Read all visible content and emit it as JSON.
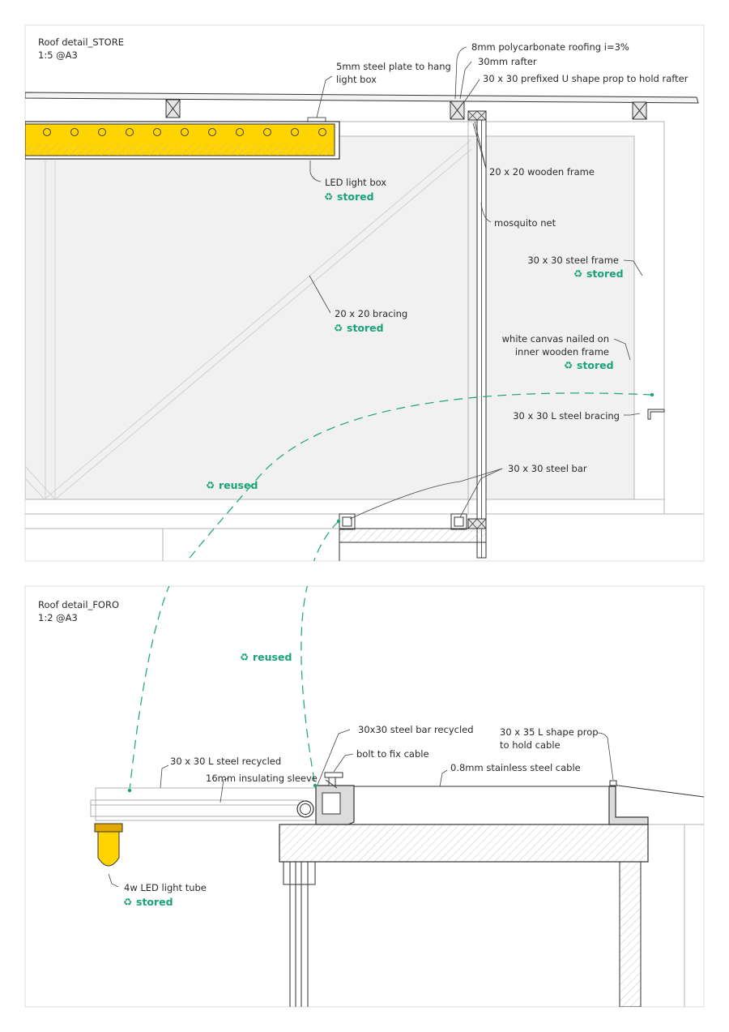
{
  "colors": {
    "accent": "#1aa37a",
    "led": "#ffd400",
    "led_outline": "#2b2b2b",
    "canvas": "#f1f1f1",
    "line": "#333333",
    "light_line": "#b5b5b5"
  },
  "icons": {
    "recycle": "recycle-icon"
  },
  "store": {
    "title": "Roof detail_STORE",
    "scale": "1:5 @A3",
    "labels": {
      "polycarbonate": "8mm polycarbonate roofing i=3%",
      "rafter": "30mm rafter",
      "uprop": "30 x 30 prefixed U shape prop to hold rafter",
      "plate_1": "5mm steel plate to hang",
      "plate_2": "light box",
      "frame": "20 x 20 wooden frame",
      "ledbox": "LED light box",
      "mosquito": "mosquito net",
      "steelframe": "30 x 30 steel frame",
      "bracing": "20 x 20 bracing",
      "canvas_1": "white canvas nailed on",
      "canvas_2": "inner wooden frame",
      "lbracing": "30 x 30 L steel bracing",
      "steelbar": "30 x 30 steel bar"
    },
    "tag_stored": "stored",
    "tag_reused": "reused"
  },
  "foro": {
    "title": "Roof detail_FORO",
    "scale": "1:2 @A3",
    "labels": {
      "steelbar_rec": "30x30 steel bar recycled",
      "lprop_1": "30 x 35 L shape prop",
      "lprop_2": "to hold cable",
      "bolt": "bolt to fix cable",
      "lsteel_rec": "30 x 30 L steel recycled",
      "cable": "0.8mm stainless steel cable",
      "sleeve": "16mm insulating sleeve",
      "tube": "4w LED light tube"
    },
    "tag_stored": "stored",
    "tag_reused": "reused"
  }
}
